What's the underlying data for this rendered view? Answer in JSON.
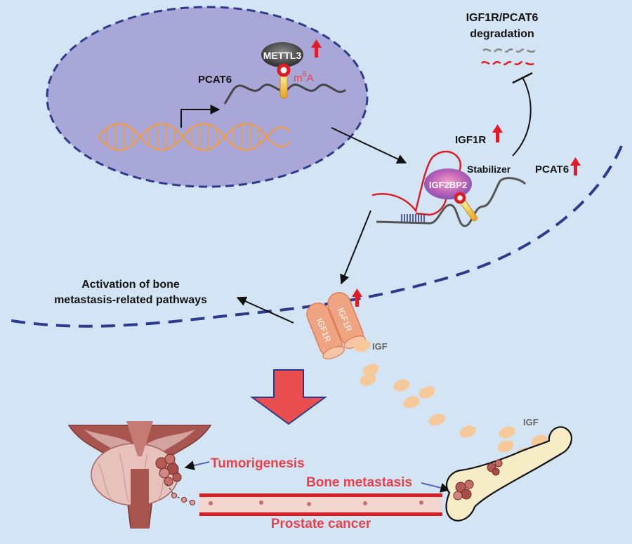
{
  "labels": {
    "degradation_line1": "IGF1R/PCAT6",
    "degradation_line2": "degradation",
    "mettl3": "METTL3",
    "m6a_m": "m",
    "m6a_sup": "6",
    "m6a_a": "A",
    "pcat6_nucleus": "PCAT6",
    "igf1r_cytoplasm": "IGF1R",
    "stabilizer": "Stabilizer",
    "pcat6_cytoplasm": "PCAT6",
    "igf2bp2": "IGF2BP2",
    "activation_line1": "Activation of bone",
    "activation_line2": "metastasis-related pathways",
    "receptor_left": "IGF1R",
    "receptor_right": "IGF1R",
    "igf_near_receptor": "IGF",
    "igf_bone": "IGF",
    "tumorigenesis": "Tumorigenesis",
    "bone_metastasis": "Bone metastasis",
    "prostate_cancer": "Prostate cancer"
  },
  "colors": {
    "background": "#d3e5f4",
    "nucleus_fill": "#a9a6d8",
    "membrane_dash": "#2e3b8c",
    "red_label": "#e8414b",
    "up_arrow": "#e01b24",
    "igf_ligand": "#f6c99a",
    "receptor": "#f0a582",
    "big_arrow": "#e94f50"
  },
  "icons": {
    "up_arrow": "up-arrow-icon",
    "dna": "dna-helix-icon",
    "prostate": "prostate-gland-icon",
    "bone": "bone-icon",
    "vessel": "blood-vessel-icon"
  }
}
